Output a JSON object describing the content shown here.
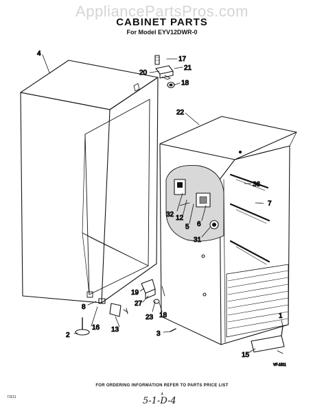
{
  "header": {
    "watermark": "AppliancePartsPros.com",
    "title": "CABINET PARTS",
    "model": "For Model EYV12DWR-0"
  },
  "callouts": {
    "c4": "4",
    "c17": "17",
    "c20": "20",
    "c21": "21",
    "c18a": "18",
    "c22": "22",
    "c36": "36",
    "c7": "7",
    "c32": "32",
    "c12": "12",
    "c5": "5",
    "c6": "6",
    "c31": "31",
    "c19": "19",
    "c27": "27",
    "c23": "23",
    "c18b": "18",
    "c8": "8",
    "c2": "2",
    "c16": "16",
    "c13": "13",
    "c3": "3",
    "c1": "1",
    "c15": "15"
  },
  "drawing_code": "VF-1511",
  "footer": {
    "ordering_note": "FOR ORDERING INFORMATION REFER TO PARTS PRICE LIST",
    "code": "71511",
    "page_number": "4",
    "handwritten": "5-1-D-4"
  }
}
